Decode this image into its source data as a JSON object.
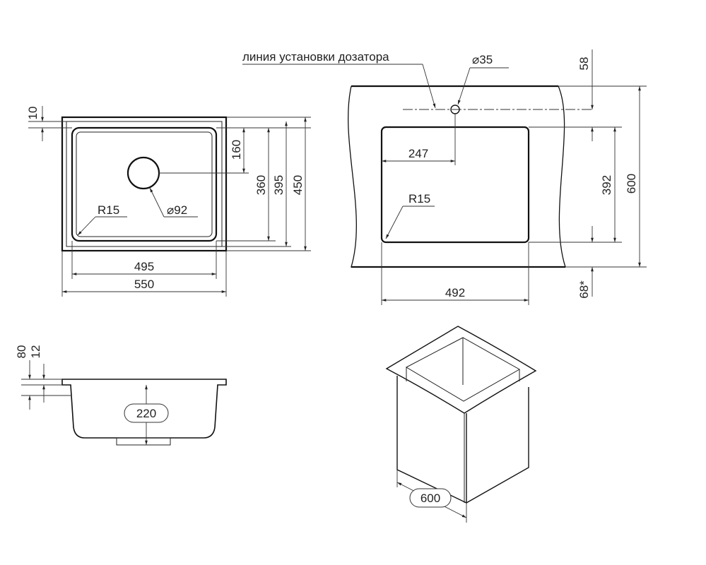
{
  "top_view": {
    "dims": {
      "d10": "10",
      "d160": "160",
      "d360": "360",
      "d395": "395",
      "d450": "450",
      "d495": "495",
      "d550": "550",
      "r15": "R15",
      "drain": "⌀92"
    }
  },
  "cutout_view": {
    "dispenser_line_label": "линия установки дозатора",
    "hole": "⌀35",
    "dims": {
      "d58": "58",
      "d247": "247",
      "r15": "R15",
      "d392": "392",
      "d600": "600",
      "d68": "68*",
      "d492": "492"
    }
  },
  "side_view": {
    "dims": {
      "d80": "80",
      "d12": "12",
      "d220": "220"
    }
  },
  "cabinet_view": {
    "dims": {
      "d600": "600"
    }
  }
}
